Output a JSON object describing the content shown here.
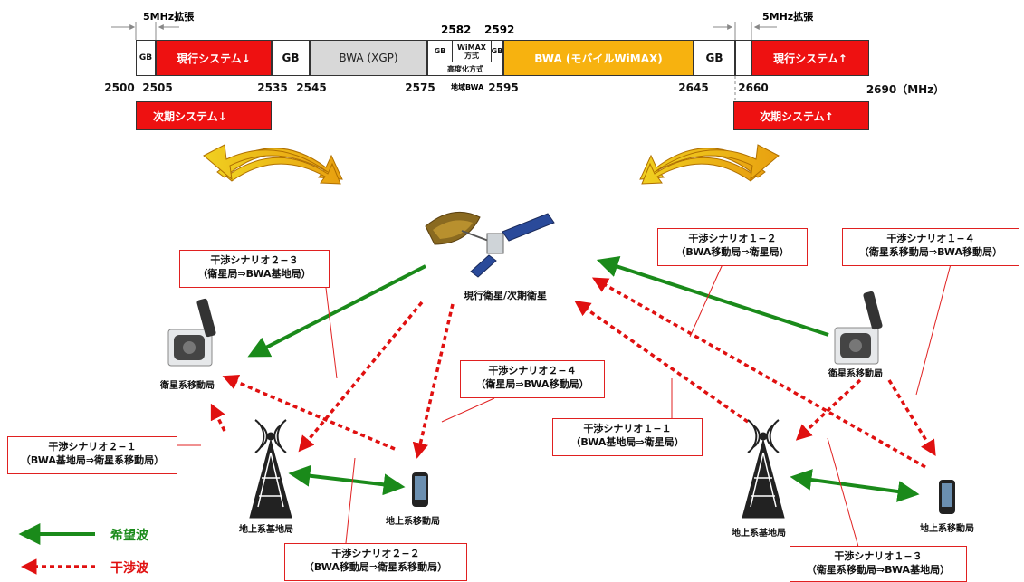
{
  "spectrum": {
    "ext_left": "5MHz拡張",
    "ext_right": "5MHz拡張",
    "gb_a": "GB",
    "current_down": "現行システム↓",
    "gb_b": "GB",
    "bwa_xgp": "BWA (XGP)",
    "gb_c": "GB",
    "wimax_a": "WiMAX",
    "wimax_b": "方式",
    "gb_d": "GB",
    "advanced": "高度化方式",
    "regional": "地域BWA",
    "bwa_mobile": "BWA (モバイルWiMAX)",
    "gb_e": "GB",
    "current_up": "現行システム↑",
    "next_down": "次期システム↓",
    "next_up": "次期システム↑",
    "top_freqs": [
      "2582",
      "2592"
    ],
    "ticks": [
      "2500",
      "2505",
      "2535",
      "2545",
      "2575",
      "2595",
      "2645",
      "2660",
      "2690（MHz）"
    ]
  },
  "diagram": {
    "satellite_label": "現行衛星/次期衛星",
    "sat_mobile_left": "衛星系移動局",
    "sat_mobile_right": "衛星系移動局",
    "base_left": "地上系基地局",
    "base_right": "地上系基地局",
    "terr_mobile_left": "地上系移動局",
    "terr_mobile_right": "地上系移動局",
    "scenarios": {
      "s23": [
        "干渉シナリオ２−３",
        "（衛星局⇒BWA基地局）"
      ],
      "s12": [
        "干渉シナリオ１−２",
        "（BWA移動局⇒衛星局）"
      ],
      "s14": [
        "干渉シナリオ１−４",
        "（衛星系移動局⇒BWA移動局）"
      ],
      "s24": [
        "干渉シナリオ２−４",
        "（衛星局⇒BWA移動局）"
      ],
      "s21": [
        "干渉シナリオ２−１",
        "（BWA基地局⇒衛星系移動局）"
      ],
      "s11": [
        "干渉シナリオ１−１",
        "（BWA基地局⇒衛星局）"
      ],
      "s22": [
        "干渉シナリオ２−２",
        "（BWA移動局⇒衛星系移動局）"
      ],
      "s13": [
        "干渉シナリオ１−３",
        "（衛星系移動局⇒BWA基地局）"
      ]
    }
  },
  "legend": {
    "desired": "希望波",
    "interference": "干渉波"
  },
  "colors": {
    "desired": "#1a8a1a",
    "interference": "#e01010",
    "box_border": "#e02020"
  }
}
